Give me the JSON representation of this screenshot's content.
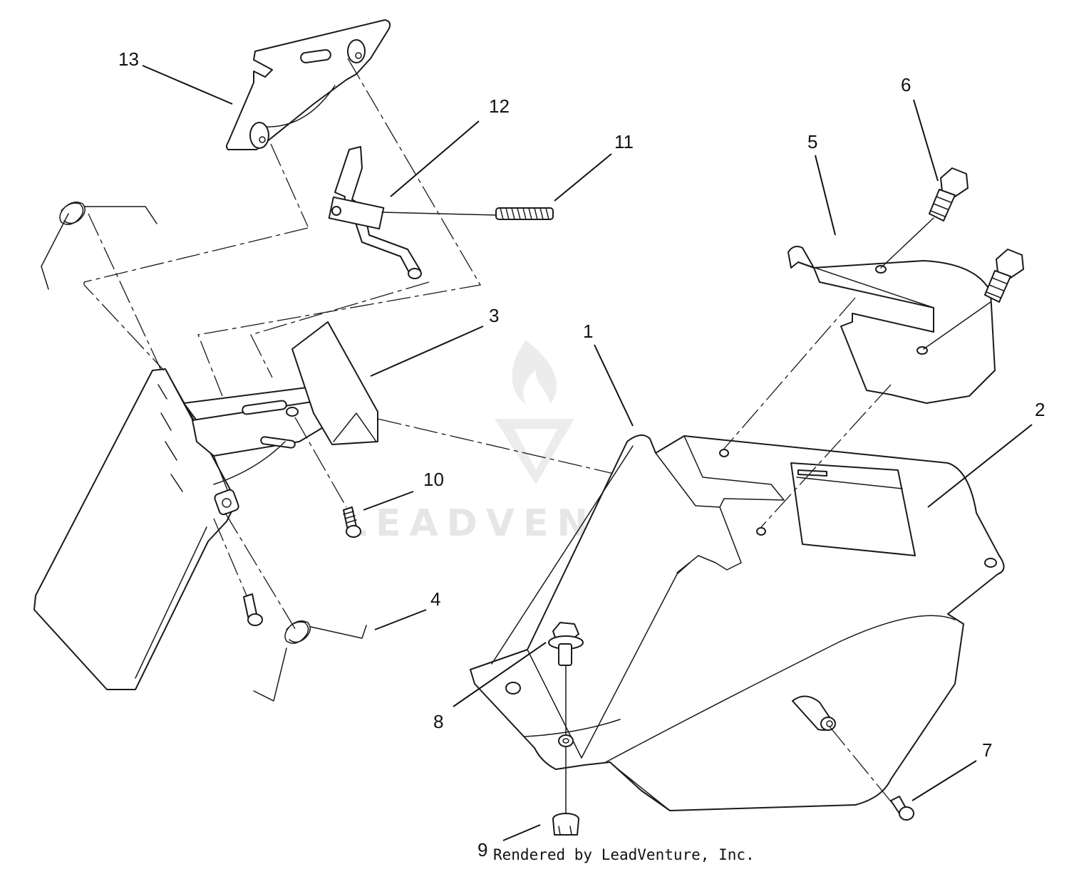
{
  "watermark": {
    "text": "LEADVENTURE"
  },
  "callouts": [
    {
      "id": "1",
      "label": "1"
    },
    {
      "id": "2",
      "label": "2"
    },
    {
      "id": "3",
      "label": "3"
    },
    {
      "id": "4",
      "label": "4"
    },
    {
      "id": "5",
      "label": "5"
    },
    {
      "id": "6",
      "label": "6"
    },
    {
      "id": "7",
      "label": "7"
    },
    {
      "id": "8",
      "label": "8"
    },
    {
      "id": "9",
      "label": "9"
    },
    {
      "id": "10",
      "label": "10"
    },
    {
      "id": "11",
      "label": "11"
    },
    {
      "id": "12",
      "label": "12"
    },
    {
      "id": "13",
      "label": "13"
    }
  ],
  "footer": {
    "credit": "Rendered by LeadVenture, Inc."
  }
}
